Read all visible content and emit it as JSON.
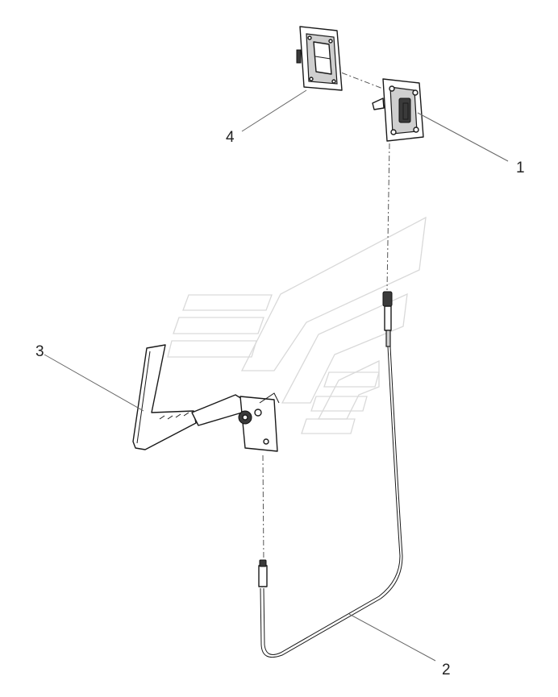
{
  "callouts": [
    {
      "id": "1",
      "label": "1"
    },
    {
      "id": "2",
      "label": "2"
    },
    {
      "id": "3",
      "label": "3"
    },
    {
      "id": "4",
      "label": "4"
    }
  ],
  "icons": [
    "watermark-logo-icon"
  ],
  "colors": {
    "line": "#1a1a1a",
    "leader": "#666666",
    "watermark": "#d9d9d9"
  }
}
